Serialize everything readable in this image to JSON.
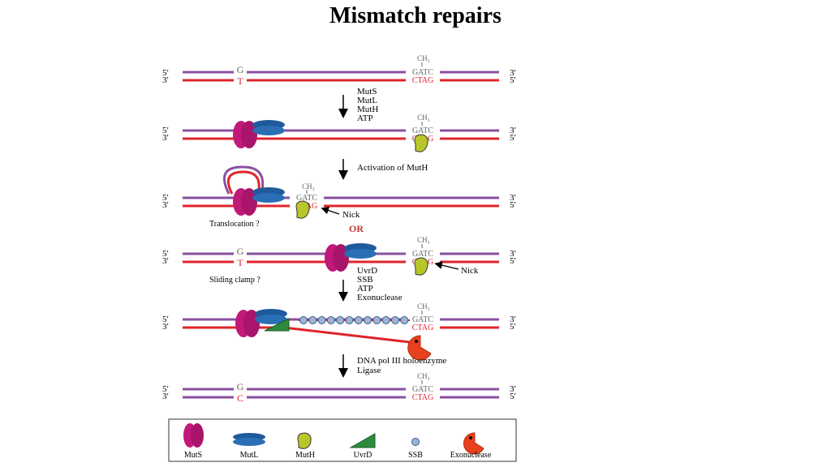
{
  "title": "Mismatch repairs",
  "colors": {
    "top_strand": "#8a4fa0",
    "bottom_strand": "#e0242b",
    "muts": "#c0197a",
    "mutl": "#2a6fb5",
    "muth": "#b8c62a",
    "uvrd": "#2e8b3e",
    "ssb": "#9bb5d8",
    "exonuclease": "#e8401c"
  },
  "labels": {
    "five_prime": "5′",
    "three_prime": "3′",
    "methyl": "CH₃",
    "gatc": "GATC",
    "ctag": "CTAG",
    "base_g": "G",
    "base_t": "T",
    "base_c": "C",
    "nick": "Nick",
    "or": "OR",
    "translocation": "Translocation ?",
    "sliding_clamp": "Sliding clamp ?"
  },
  "steps": {
    "step1": [
      "MutS",
      "MutL",
      "MutH",
      "ATP"
    ],
    "step2": [
      "Activation of MutH"
    ],
    "step3": [
      "UvrD",
      "SSB",
      "ATP",
      "Exonuclease"
    ],
    "step4": [
      "DNA pol III holoenzyme",
      "Ligase"
    ]
  },
  "legend": [
    "MutS",
    "MutL",
    "MutH",
    "UvrD",
    "SSB",
    "Exonuclease"
  ]
}
